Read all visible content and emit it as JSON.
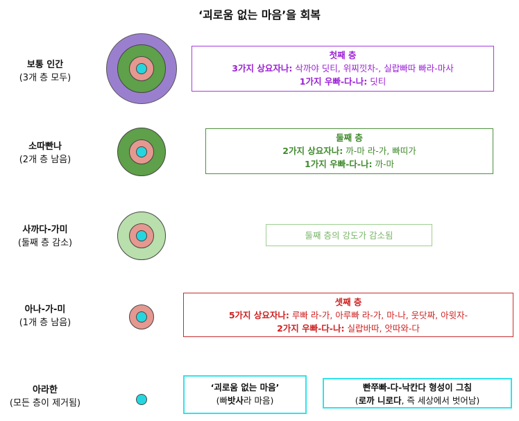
{
  "title": "‘괴로움 없는 마음’을 회복",
  "colors": {
    "layer1": "#9b7fcf",
    "layer2": "#5fa04a",
    "layer2_weak": "#b9dfac",
    "layer3": "#e59890",
    "core": "#26d6de",
    "purple_text": "#9c1fd6",
    "green_text": "#3f8a2c",
    "red_text": "#cf2020",
    "cyan_border": "#2ee3ec"
  },
  "rows": [
    {
      "name": "보통 인간",
      "sub": "(3개 층 모두)",
      "box": {
        "heading": "첫째 층",
        "line1_bold": "3가지 상요자나:",
        "line1_text": " 삭까야 딧티, 위찌낏차-, 실랍빠따 빠라-마사",
        "line2_bold": "1가지 우빠-다-나:",
        "line2_text": " 딧티"
      }
    },
    {
      "name": "소따빤나",
      "sub": "(2개 층 남음)",
      "box": {
        "heading": "둘째 층",
        "line1_bold": "2가지 상요자나:",
        "line1_text": " 까-마 라-가, 빠띠가",
        "line2_bold": "1가지 우빠-다-나:",
        "line2_text": " 까-마"
      }
    },
    {
      "name": "사까다-가미",
      "sub": "(둘째 층 감소)",
      "box": {
        "text": "둘째 층의 강도가 감소됨"
      }
    },
    {
      "name": "아나-가-미",
      "sub": "(1개 층 남음)",
      "box": {
        "heading": "셋째 층",
        "line1_bold": "5가지 상요자나:",
        "line1_text": " 루빠 라-가, 아루빠 라-가, 마-나, 웃닷짜, 아윗자-",
        "line2_bold": "2가지 우빠-다-나:",
        "line2_text": " 실랍바따, 앗따와-다"
      }
    },
    {
      "name": "아라한",
      "sub": "(모든 층이 제거됨)",
      "box_a": {
        "line1": "‘괴로움 없는 마음’",
        "line2_pre": "(빠",
        "line2_bold": "밧사",
        "line2_post": "라 마음)"
      },
      "box_b": {
        "line1": "빤쭈빠-다-낙칸다 형성이 그침",
        "line2_pre": "(",
        "line2_bold": "로까 니로다",
        "line2_post": ", 즉 세상에서 벗어남)"
      }
    }
  ]
}
